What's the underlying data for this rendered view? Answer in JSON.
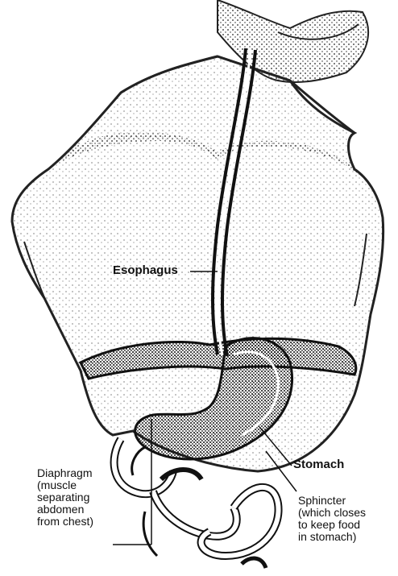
{
  "labels": {
    "esophagus": "Esophagus",
    "stomach": "Stomach",
    "diaphragm": [
      "Diaphragm",
      "(muscle",
      "separating",
      "abdomen",
      "from chest)"
    ],
    "sphincter": [
      "Sphincter",
      "(which closes",
      "to keep food",
      "in stomach)"
    ]
  },
  "colors": {
    "ink": "#111111",
    "paper": "#ffffff"
  }
}
